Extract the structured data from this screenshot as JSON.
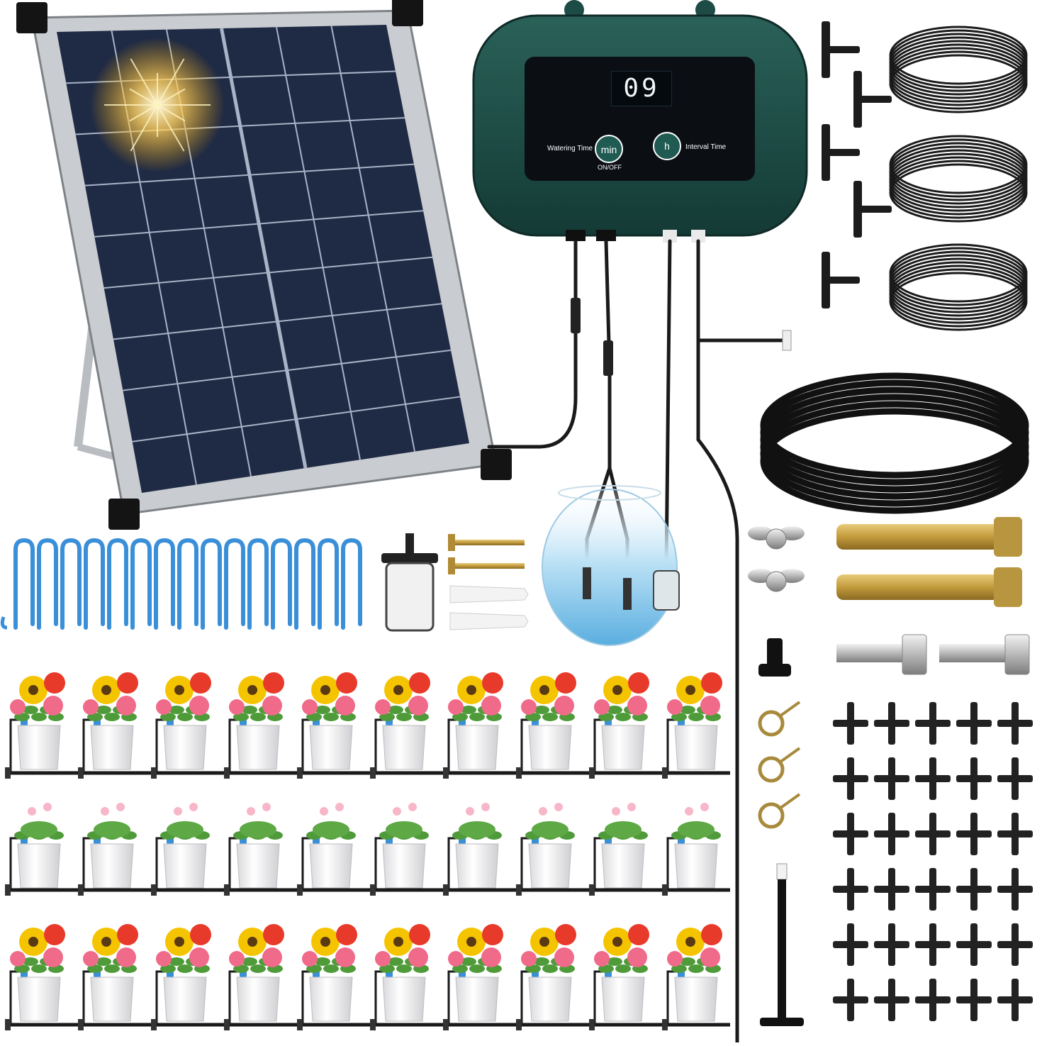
{
  "controller": {
    "display_value": "09",
    "watering_label": "Watering Time",
    "interval_label": "Interval Time",
    "min_button": "min",
    "hour_button": "h",
    "onoff_label": "ON/OFF"
  },
  "colors": {
    "controller_body": "#1d4b45",
    "display_panel": "#0b0f14",
    "solar_cell": "#1f2a44",
    "stake_blue": "#3a8fd9",
    "tubing": "#1a1a1a",
    "brass": "#c8a24a"
  },
  "items": {
    "pots_per_row": 10,
    "pot_rows": 3,
    "drip_stakes": 15,
    "tee_connectors_small": 5,
    "tee_connectors_grid": 30,
    "tube_coils_small": 3,
    "wing_nuts": 2,
    "expansion_bolts": 2,
    "hex_bolts": 2,
    "hose_clamps": 3,
    "screws": 2,
    "wall_anchors": 2
  }
}
